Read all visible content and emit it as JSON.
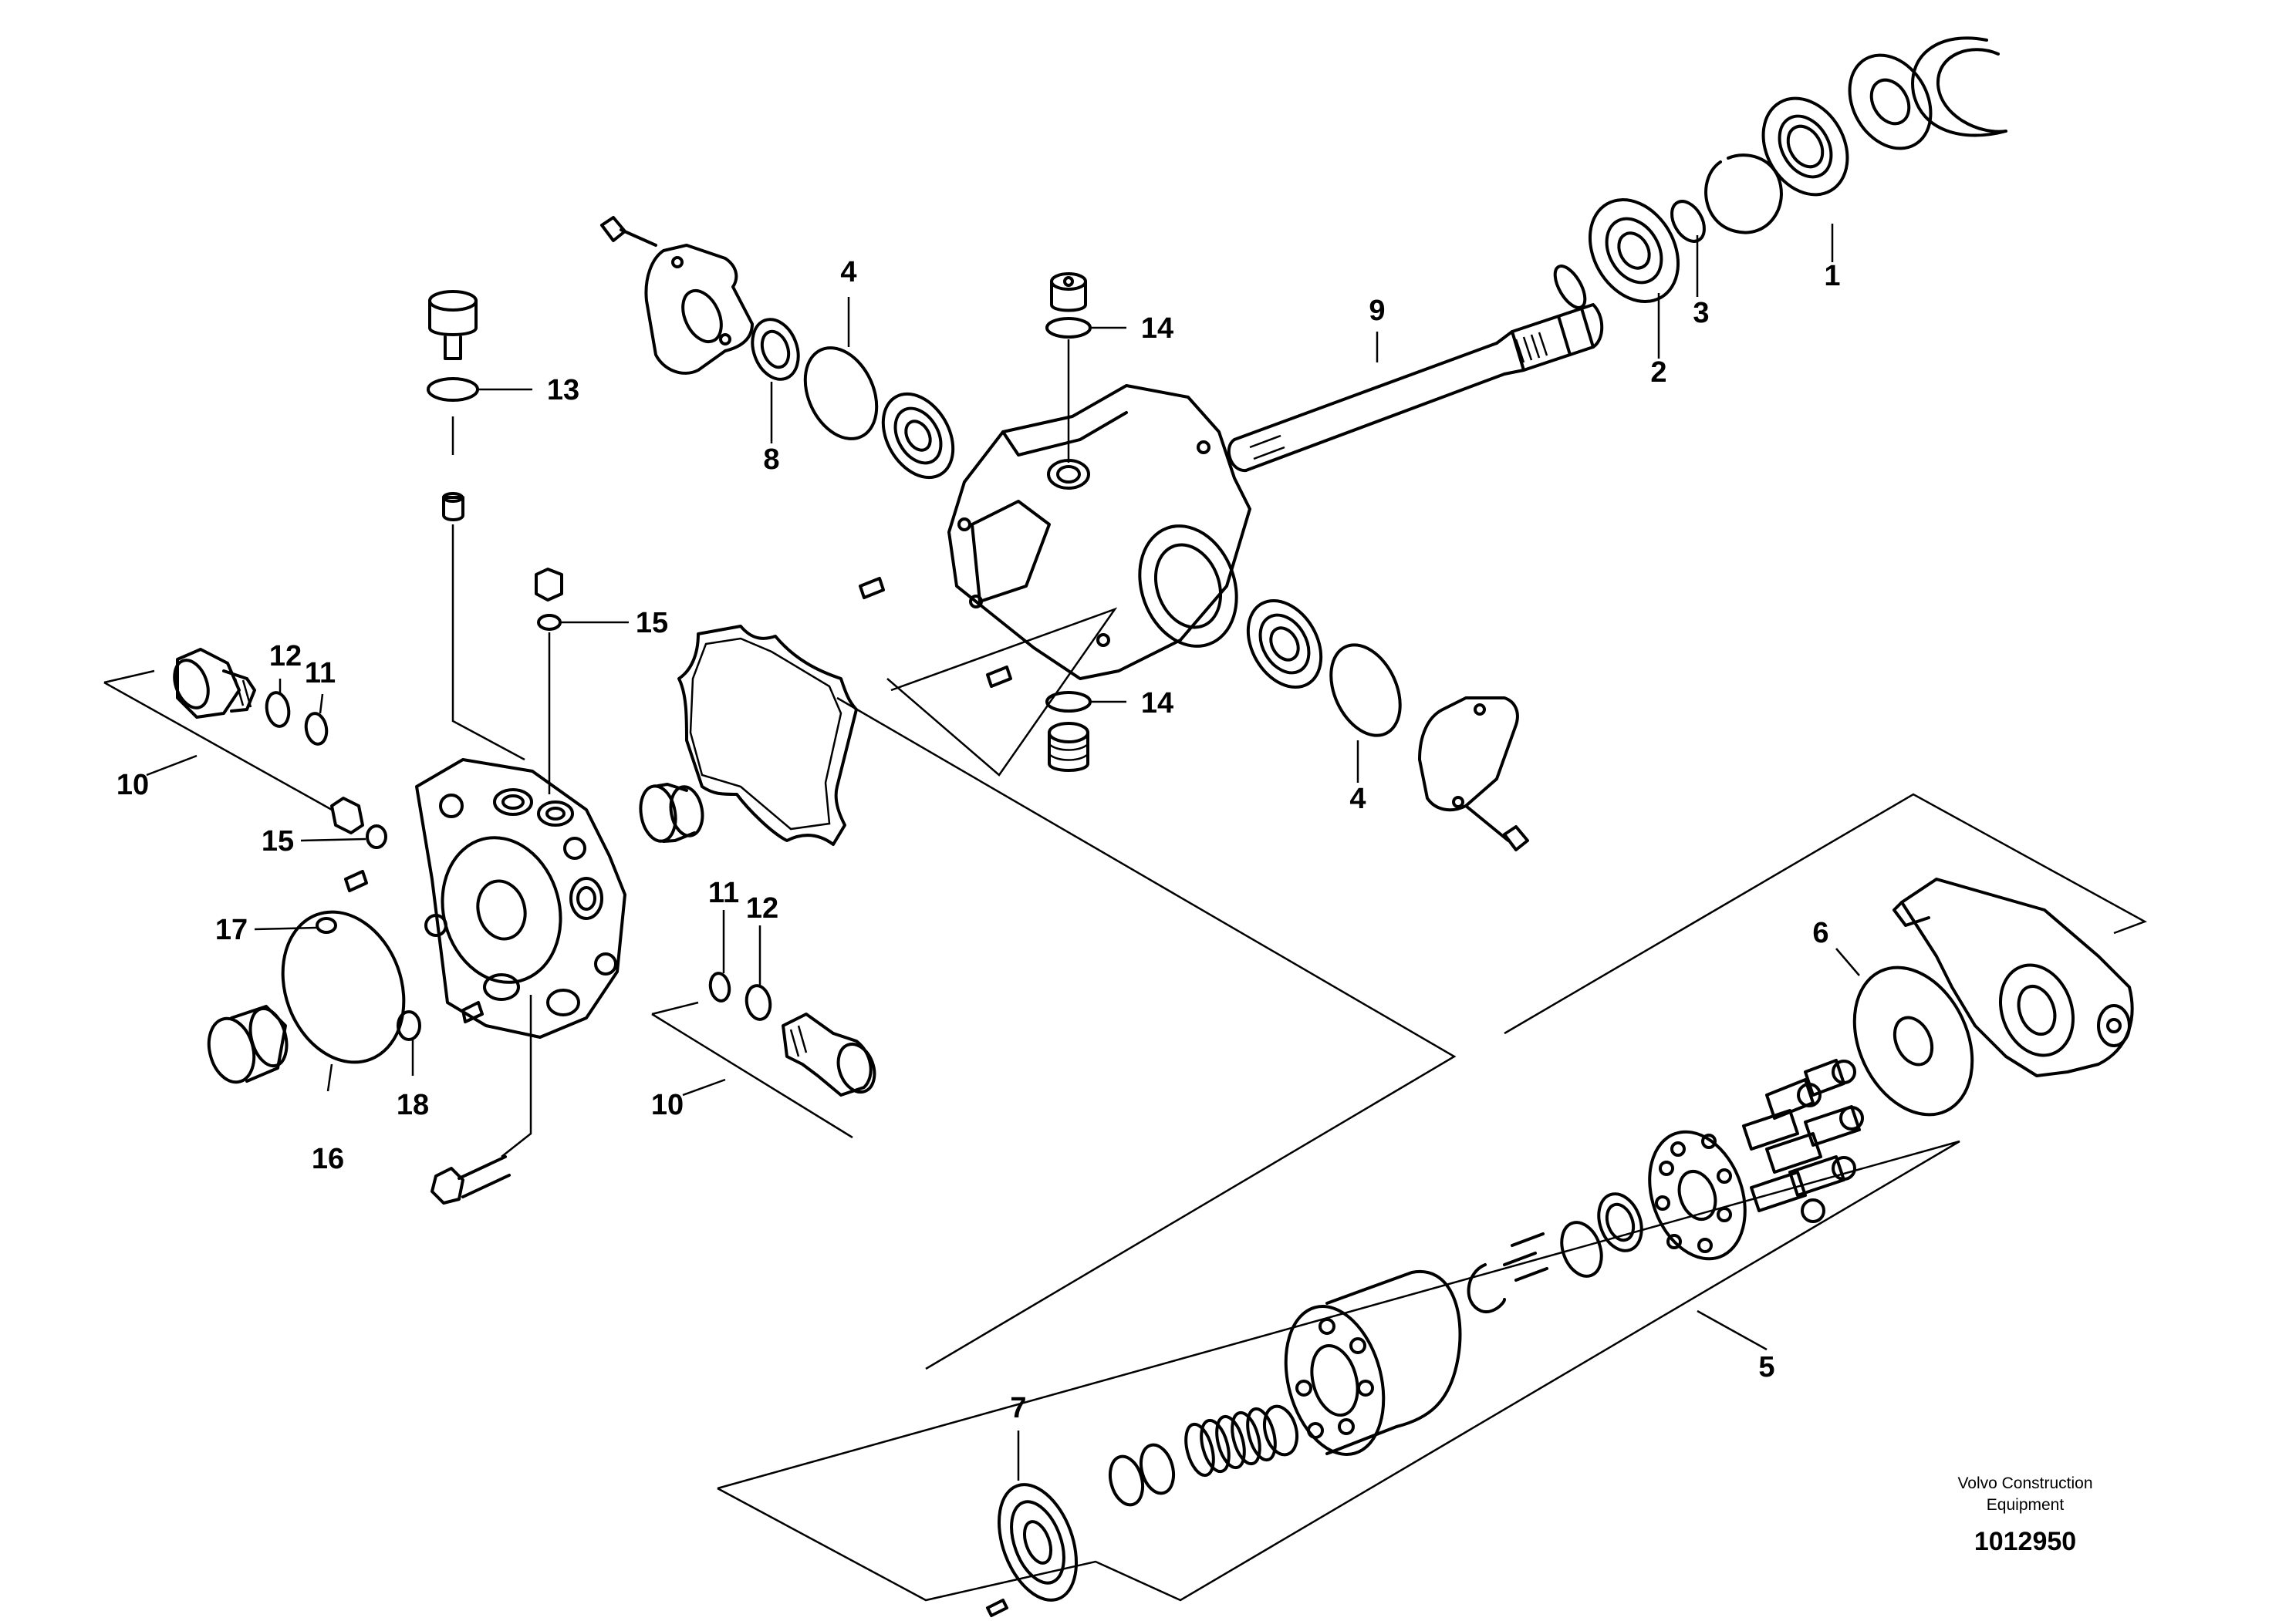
{
  "callouts": {
    "c1": "1",
    "c2": "2",
    "c3": "3",
    "c4a": "4",
    "c4b": "4",
    "c5": "5",
    "c6": "6",
    "c7": "7",
    "c8": "8",
    "c9": "9",
    "c10a": "10",
    "c10b": "10",
    "c11a": "11",
    "c11b": "11",
    "c12a": "12",
    "c12b": "12",
    "c13": "13",
    "c14a": "14",
    "c14b": "14",
    "c15a": "15",
    "c15b": "15",
    "c16": "16",
    "c17": "17",
    "c18": "18"
  },
  "footer": {
    "brand_line1": "Volvo Construction",
    "brand_line2": "Equipment",
    "drawing_number": "1012950"
  }
}
